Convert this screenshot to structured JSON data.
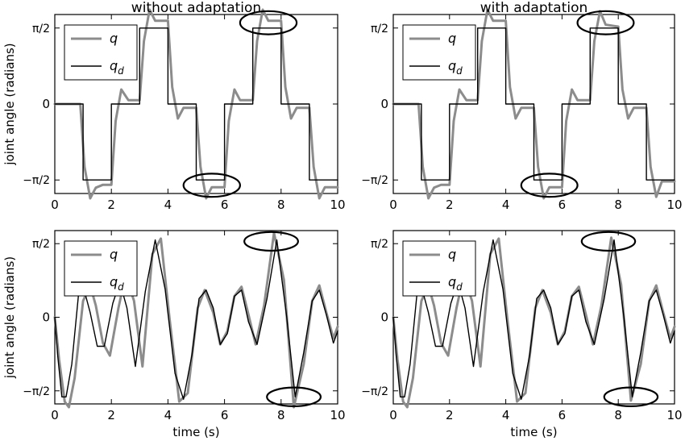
{
  "colors": {
    "q": "#8c8c8c",
    "qd": "#000000",
    "ellipse": "#000000",
    "axes": "#000000"
  },
  "chart_data": [
    {
      "type": "line",
      "title": "without adaptation",
      "xlabel": "",
      "ylabel": "joint angle (radians)",
      "xlim": [
        0,
        10
      ],
      "ylim": [
        -1.85,
        1.85
      ],
      "xticks": [
        "0",
        "2",
        "4",
        "6",
        "8",
        "10"
      ],
      "yticks": [
        {
          "value": 1.5708,
          "label": "π/2"
        },
        {
          "value": 0,
          "label": "0"
        },
        {
          "value": -1.5708,
          "label": "−π/2"
        }
      ],
      "legend": {
        "position": "top-left",
        "entries": [
          "q",
          "q_d"
        ]
      },
      "grid": false,
      "series": [
        {
          "name": "q",
          "x": [
            0,
            0.9,
            1.05,
            1.25,
            1.45,
            1.7,
            2.0,
            2.15,
            2.35,
            2.6,
            3.0,
            3.15,
            3.35,
            3.55,
            4.0,
            4.15,
            4.35,
            4.55,
            5.0,
            5.15,
            5.35,
            5.55,
            6.0,
            6.15,
            6.35,
            6.55,
            7.0,
            7.15,
            7.35,
            7.55,
            8.0,
            8.15,
            8.35,
            8.55,
            9.0,
            9.15,
            9.35,
            9.55,
            10.0
          ],
          "y": [
            0,
            0,
            -1.3,
            -1.95,
            -1.73,
            -1.67,
            -1.67,
            -0.35,
            0.3,
            0.08,
            0.08,
            1.3,
            1.95,
            1.72,
            1.72,
            0.35,
            -0.3,
            -0.08,
            -0.08,
            -1.3,
            -1.95,
            -1.72,
            -1.72,
            -0.35,
            0.3,
            0.08,
            0.08,
            1.3,
            1.95,
            1.72,
            1.72,
            0.35,
            -0.3,
            -0.08,
            -0.08,
            -1.3,
            -1.95,
            -1.72,
            -1.72
          ]
        },
        {
          "name": "q_d",
          "x": [
            0,
            1,
            1,
            2,
            2,
            3,
            3,
            4,
            4,
            5,
            5,
            6,
            6,
            7,
            7,
            8,
            8,
            9,
            9,
            10
          ],
          "y": [
            0,
            0,
            -1.5708,
            -1.5708,
            0,
            0,
            1.5708,
            1.5708,
            0,
            0,
            -1.5708,
            -1.5708,
            0,
            0,
            1.5708,
            1.5708,
            0,
            0,
            -1.5708,
            -1.5708
          ]
        }
      ],
      "annotations": [
        {
          "shape": "ellipse",
          "cx": 7.55,
          "cy": 1.68,
          "rx": 1.0,
          "ry": 0.24
        },
        {
          "shape": "ellipse",
          "cx": 5.55,
          "cy": -1.68,
          "rx": 1.0,
          "ry": 0.24
        }
      ]
    },
    {
      "type": "line",
      "title": "with adaptation",
      "xlabel": "",
      "ylabel": "",
      "xlim": [
        0,
        10
      ],
      "ylim": [
        -1.85,
        1.85
      ],
      "xticks": [
        "0",
        "2",
        "4",
        "6",
        "8",
        "10"
      ],
      "yticks": [
        {
          "value": 1.5708,
          "label": "π/2"
        },
        {
          "value": 0,
          "label": "0"
        },
        {
          "value": -1.5708,
          "label": "−π/2"
        }
      ],
      "legend": {
        "position": "top-left",
        "entries": [
          "q",
          "q_d"
        ]
      },
      "grid": false,
      "series": [
        {
          "name": "q",
          "x": [
            0,
            0.9,
            1.05,
            1.25,
            1.45,
            1.7,
            2.0,
            2.15,
            2.35,
            2.6,
            3.0,
            3.15,
            3.35,
            3.55,
            4.0,
            4.15,
            4.35,
            4.55,
            5.0,
            5.15,
            5.35,
            5.55,
            6.0,
            6.15,
            6.35,
            6.55,
            7.0,
            7.15,
            7.35,
            7.55,
            8.0,
            8.15,
            8.35,
            8.55,
            9.0,
            9.15,
            9.35,
            9.55,
            10.0
          ],
          "y": [
            0,
            0,
            -1.3,
            -1.95,
            -1.73,
            -1.67,
            -1.67,
            -0.35,
            0.3,
            0.08,
            0.08,
            1.3,
            1.95,
            1.72,
            1.72,
            0.35,
            -0.3,
            -0.08,
            -0.08,
            -1.3,
            -1.95,
            -1.72,
            -1.72,
            -0.35,
            0.3,
            0.08,
            0.08,
            1.3,
            1.92,
            1.64,
            1.6,
            0.3,
            -0.3,
            -0.08,
            -0.08,
            -1.3,
            -1.92,
            -1.6,
            -1.6
          ]
        },
        {
          "name": "q_d",
          "x": [
            0,
            1,
            1,
            2,
            2,
            3,
            3,
            4,
            4,
            5,
            5,
            6,
            6,
            7,
            7,
            8,
            8,
            9,
            9,
            10
          ],
          "y": [
            0,
            0,
            -1.5708,
            -1.5708,
            0,
            0,
            1.5708,
            1.5708,
            0,
            0,
            -1.5708,
            -1.5708,
            0,
            0,
            1.5708,
            1.5708,
            0,
            0,
            -1.5708,
            -1.5708
          ]
        }
      ],
      "annotations": [
        {
          "shape": "ellipse",
          "cx": 7.55,
          "cy": 1.68,
          "rx": 1.0,
          "ry": 0.24
        },
        {
          "shape": "ellipse",
          "cx": 5.55,
          "cy": -1.68,
          "rx": 1.0,
          "ry": 0.24
        }
      ]
    },
    {
      "type": "line",
      "title": "",
      "xlabel": "time (s)",
      "ylabel": "joint angle (radians)",
      "xlim": [
        0,
        10
      ],
      "ylim": [
        -1.85,
        1.85
      ],
      "xticks": [
        "0",
        "2",
        "4",
        "6",
        "8",
        "10"
      ],
      "yticks": [
        {
          "value": 1.5708,
          "label": "π/2"
        },
        {
          "value": 0,
          "label": "0"
        },
        {
          "value": -1.5708,
          "label": "−π/2"
        }
      ],
      "legend": {
        "position": "top-left",
        "entries": [
          "q",
          "q_d"
        ]
      },
      "grid": false,
      "series": [
        {
          "name": "q",
          "x": [
            0,
            0.15,
            0.35,
            0.5,
            0.7,
            1.0,
            1.25,
            1.45,
            1.7,
            1.95,
            2.25,
            2.5,
            2.8,
            3.1,
            3.45,
            3.75,
            4.05,
            4.4,
            4.7,
            5.05,
            5.3,
            5.6,
            5.85,
            6.1,
            6.35,
            6.6,
            6.85,
            7.1,
            7.4,
            7.75,
            8.1,
            8.45,
            8.8,
            9.1,
            9.35,
            9.6,
            9.85,
            10.0
          ],
          "y": [
            0,
            -0.9,
            -1.8,
            -1.92,
            -1.3,
            0.35,
            0.68,
            0.25,
            -0.55,
            -0.82,
            0.2,
            0.9,
            0.35,
            -1.05,
            1.35,
            1.68,
            0.0,
            -1.8,
            -1.62,
            0.2,
            0.58,
            0.1,
            -0.58,
            -0.3,
            0.45,
            0.65,
            0.05,
            -0.58,
            0.25,
            1.8,
            0.8,
            -1.92,
            -1.0,
            0.35,
            0.68,
            0.1,
            -0.45,
            -0.2
          ]
        },
        {
          "name": "q_d",
          "x": [
            0,
            0.1,
            0.25,
            0.4,
            0.6,
            0.85,
            1.05,
            1.25,
            1.5,
            1.75,
            2.05,
            2.3,
            2.55,
            2.85,
            3.2,
            3.55,
            3.9,
            4.25,
            4.55,
            4.85,
            5.1,
            5.35,
            5.6,
            5.85,
            6.1,
            6.35,
            6.6,
            6.85,
            7.15,
            7.5,
            7.85,
            8.2,
            8.5,
            8.8,
            9.1,
            9.35,
            9.6,
            9.85,
            10.0
          ],
          "y": [
            0,
            -0.8,
            -1.7,
            -1.7,
            -1.0,
            0.55,
            0.55,
            0.1,
            -0.62,
            -0.62,
            0.3,
            0.75,
            0.2,
            -1.05,
            0.55,
            1.65,
            0.6,
            -1.2,
            -1.75,
            -0.8,
            0.4,
            0.58,
            0.2,
            -0.58,
            -0.35,
            0.45,
            0.58,
            -0.1,
            -0.58,
            0.4,
            1.65,
            0.0,
            -1.7,
            -0.75,
            0.35,
            0.58,
            0.05,
            -0.55,
            -0.3
          ]
        }
      ],
      "annotations": [
        {
          "shape": "ellipse",
          "cx": 7.65,
          "cy": 1.62,
          "rx": 0.95,
          "ry": 0.2
        },
        {
          "shape": "ellipse",
          "cx": 8.45,
          "cy": -1.7,
          "rx": 0.95,
          "ry": 0.2
        }
      ]
    },
    {
      "type": "line",
      "title": "",
      "xlabel": "time (s)",
      "ylabel": "",
      "xlim": [
        0,
        10
      ],
      "ylim": [
        -1.85,
        1.85
      ],
      "xticks": [
        "0",
        "2",
        "4",
        "6",
        "8",
        "10"
      ],
      "yticks": [
        {
          "value": 1.5708,
          "label": "π/2"
        },
        {
          "value": 0,
          "label": "0"
        },
        {
          "value": -1.5708,
          "label": "−π/2"
        }
      ],
      "legend": {
        "position": "top-left",
        "entries": [
          "q",
          "q_d"
        ]
      },
      "grid": false,
      "series": [
        {
          "name": "q",
          "x": [
            0,
            0.15,
            0.35,
            0.5,
            0.7,
            1.0,
            1.25,
            1.45,
            1.7,
            1.95,
            2.25,
            2.5,
            2.8,
            3.1,
            3.45,
            3.75,
            4.05,
            4.4,
            4.7,
            5.05,
            5.3,
            5.6,
            5.85,
            6.1,
            6.35,
            6.6,
            6.85,
            7.1,
            7.4,
            7.75,
            8.1,
            8.45,
            8.8,
            9.1,
            9.35,
            9.6,
            9.85,
            10.0
          ],
          "y": [
            0,
            -0.9,
            -1.8,
            -1.92,
            -1.3,
            0.35,
            0.68,
            0.25,
            -0.55,
            -0.82,
            0.2,
            0.9,
            0.35,
            -1.05,
            1.35,
            1.68,
            0.0,
            -1.8,
            -1.62,
            0.2,
            0.58,
            0.1,
            -0.58,
            -0.3,
            0.45,
            0.65,
            0.05,
            -0.58,
            0.25,
            1.7,
            0.7,
            -1.78,
            -1.0,
            0.35,
            0.68,
            0.1,
            -0.45,
            -0.2
          ]
        },
        {
          "name": "q_d",
          "x": [
            0,
            0.1,
            0.25,
            0.4,
            0.6,
            0.85,
            1.05,
            1.25,
            1.5,
            1.75,
            2.05,
            2.3,
            2.55,
            2.85,
            3.2,
            3.55,
            3.9,
            4.25,
            4.55,
            4.85,
            5.1,
            5.35,
            5.6,
            5.85,
            6.1,
            6.35,
            6.6,
            6.85,
            7.15,
            7.5,
            7.85,
            8.2,
            8.5,
            8.8,
            9.1,
            9.35,
            9.6,
            9.85,
            10.0
          ],
          "y": [
            0,
            -0.8,
            -1.7,
            -1.7,
            -1.0,
            0.55,
            0.55,
            0.1,
            -0.62,
            -0.62,
            0.3,
            0.75,
            0.2,
            -1.05,
            0.55,
            1.65,
            0.6,
            -1.2,
            -1.75,
            -0.8,
            0.4,
            0.58,
            0.2,
            -0.58,
            -0.35,
            0.45,
            0.58,
            -0.1,
            -0.58,
            0.4,
            1.65,
            0.0,
            -1.7,
            -0.75,
            0.35,
            0.58,
            0.05,
            -0.55,
            -0.3
          ]
        }
      ],
      "annotations": [
        {
          "shape": "ellipse",
          "cx": 7.65,
          "cy": 1.62,
          "rx": 0.95,
          "ry": 0.2
        },
        {
          "shape": "ellipse",
          "cx": 8.45,
          "cy": -1.7,
          "rx": 0.95,
          "ry": 0.2
        }
      ]
    }
  ]
}
